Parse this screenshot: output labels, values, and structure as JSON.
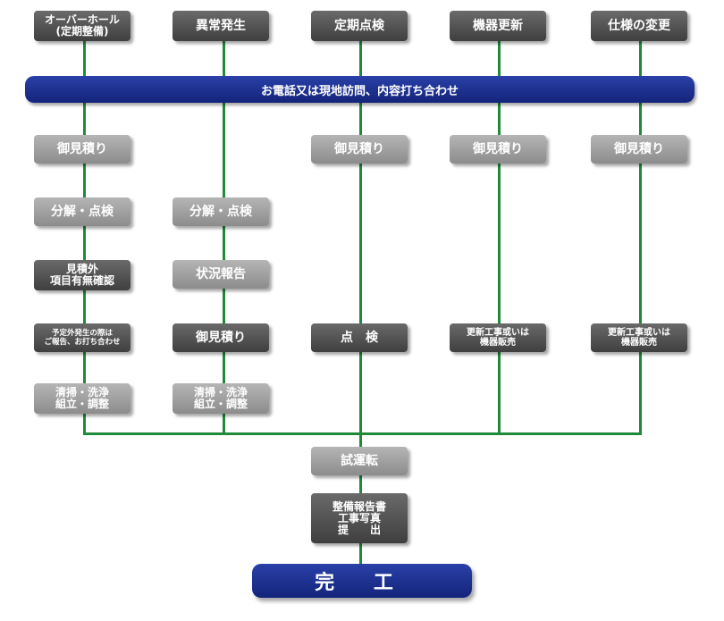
{
  "columns": [
    {
      "header": "オーバーホール\n(定期整備)",
      "steps": [
        "御見積り",
        "分解・点検",
        "見積外\n項目有無確認",
        "予定外発生の際は\nご報告、お打ち合わせ",
        "清掃・洗浄\n組立・調整"
      ]
    },
    {
      "header": "異常発生",
      "steps": [
        "分解・点検",
        "状況報告",
        "御見積り",
        "清掃・洗浄\n組立・調整"
      ]
    },
    {
      "header": "定期点検",
      "steps": [
        "御見積り",
        "点　検"
      ]
    },
    {
      "header": "機器更新",
      "steps": [
        "御見積り",
        "更新工事或いは\n機器販売"
      ]
    },
    {
      "header": "仕様の変更",
      "steps": [
        "御見積り",
        "更新工事或いは\n機器販売"
      ]
    }
  ],
  "banner": "お電話又は現地訪問、内容打ち合わせ",
  "test_run": "試運転",
  "report": "整備報告書\n工事写真\n提　　出",
  "final": "完 工",
  "colors": {
    "line": "#1f8a3a",
    "dark_box": "#4f4f4f",
    "light_box": "#a0a0a0",
    "banner": "#1b2f90"
  }
}
